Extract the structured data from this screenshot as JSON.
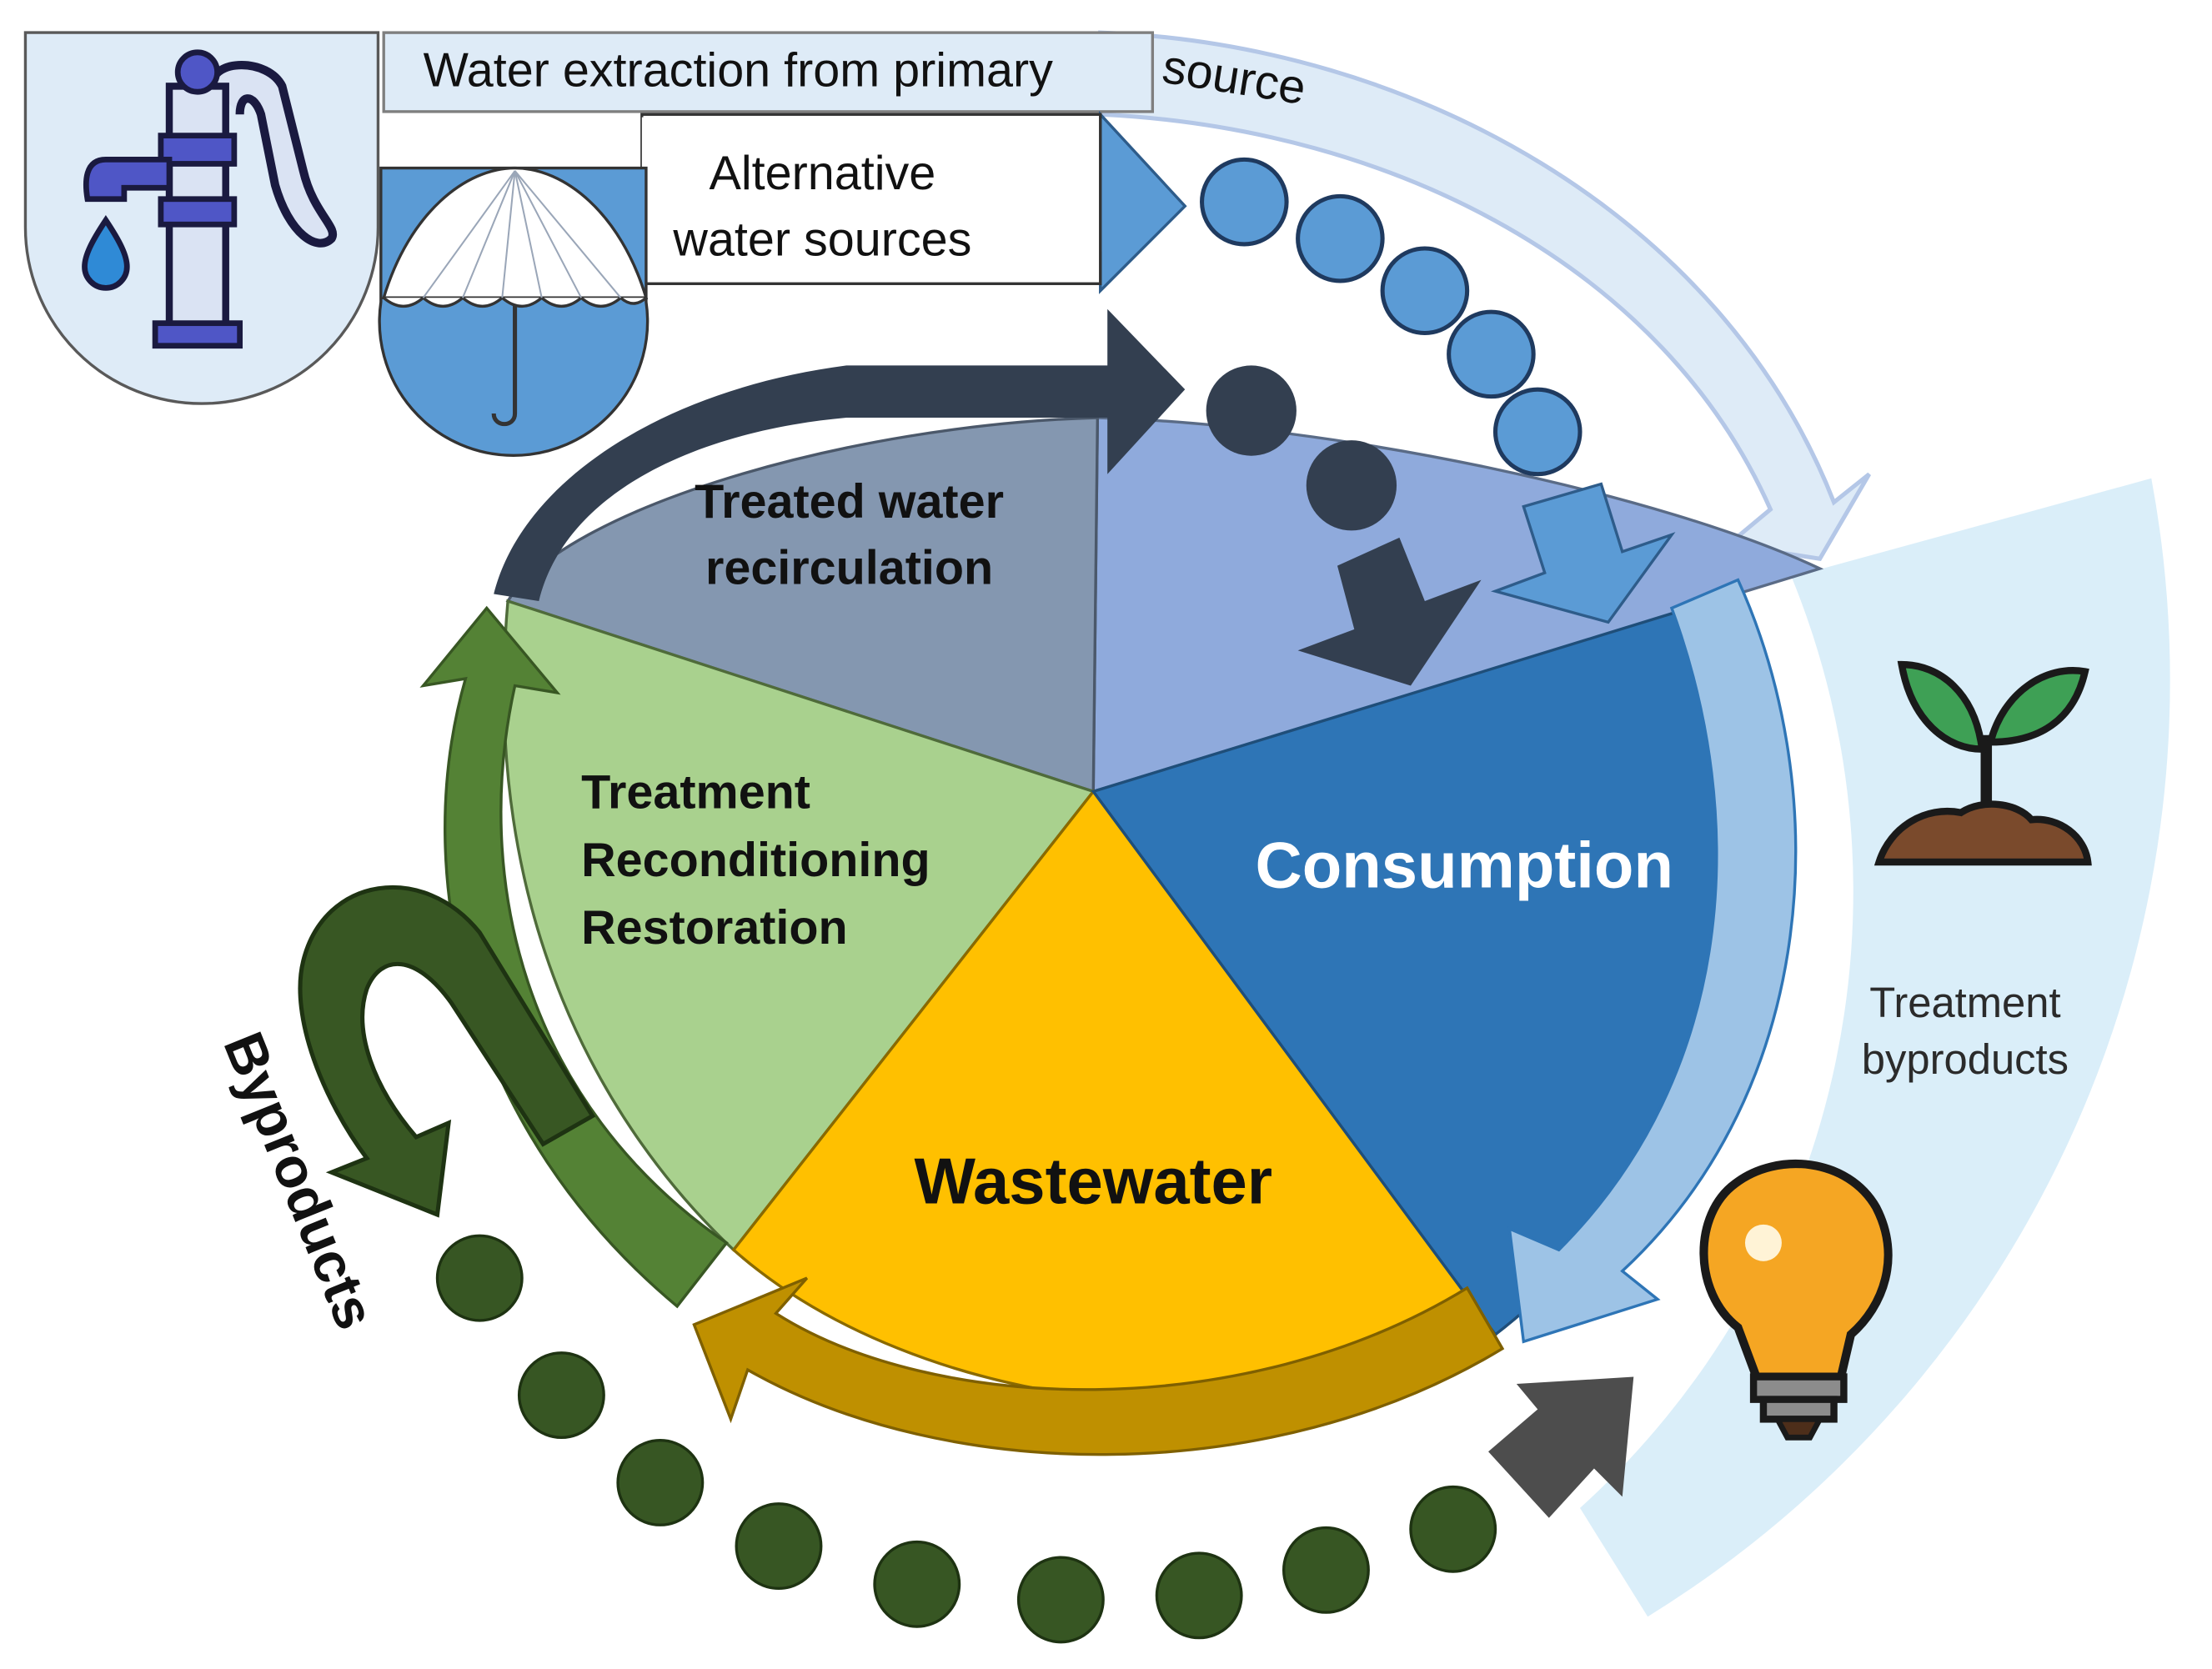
{
  "labels": {
    "water_extraction_part1": "Water extraction from primary",
    "water_extraction_part2": "source",
    "alt_sources_line1": "Alternative",
    "alt_sources_line2": "water sources",
    "treated_water_line1": "Treated water",
    "treated_water_line2": "recirculation",
    "treatment_line1": "Treatment",
    "treatment_line2": "Reconditioning",
    "treatment_line3": "Restoration",
    "consumption": "Consumption",
    "wastewater": "Wastewater",
    "byproducts": "Byproducts",
    "treatment_byproducts_line1": "Treatment",
    "treatment_byproducts_line2": "byproducts"
  },
  "icons": [
    "water-pump-icon",
    "umbrella-icon",
    "plant-sprout-icon",
    "light-bulb-icon"
  ],
  "colors": {
    "consumption": "#2e75b6",
    "wastewater": "#ffc000",
    "treatment": "#a9d18e",
    "treated_recirculation": "#8497b0",
    "supply_segment": "#8faadc",
    "byproduct_dots": "#375623",
    "recirculation_arrow": "#333f50",
    "extraction_arrow": "#deebf7",
    "alt_source_arrow": "#5b9bd5",
    "byproduct_panel": "#daeef9"
  }
}
